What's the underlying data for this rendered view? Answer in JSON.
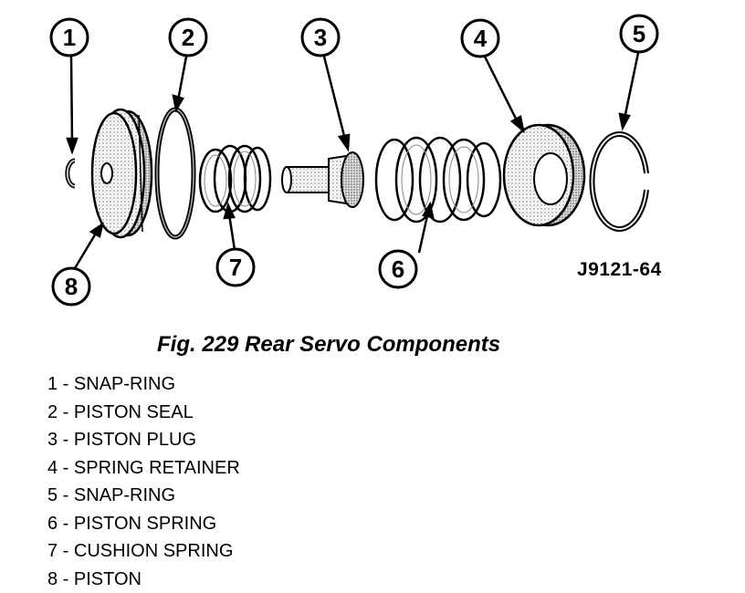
{
  "callouts": [
    "1",
    "2",
    "3",
    "4",
    "5",
    "6",
    "7",
    "8"
  ],
  "drawing_code": "J9121-64",
  "caption": "Fig. 229 Rear Servo Components",
  "legend": [
    {
      "num": "1",
      "sep": " - ",
      "label": "SNAP-RING"
    },
    {
      "num": "2",
      "sep": " - ",
      "label": "PISTON SEAL"
    },
    {
      "num": "3",
      "sep": " - ",
      "label": "PISTON PLUG"
    },
    {
      "num": "4",
      "sep": " - ",
      "label": "SPRING RETAINER"
    },
    {
      "num": "5",
      "sep": " - ",
      "label": "SNAP-RING"
    },
    {
      "num": "6",
      "sep": " - ",
      "label": "PISTON SPRING"
    },
    {
      "num": "7",
      "sep": " - ",
      "label": "CUSHION SPRING"
    },
    {
      "num": "8",
      "sep": " - ",
      "label": "PISTON"
    }
  ]
}
